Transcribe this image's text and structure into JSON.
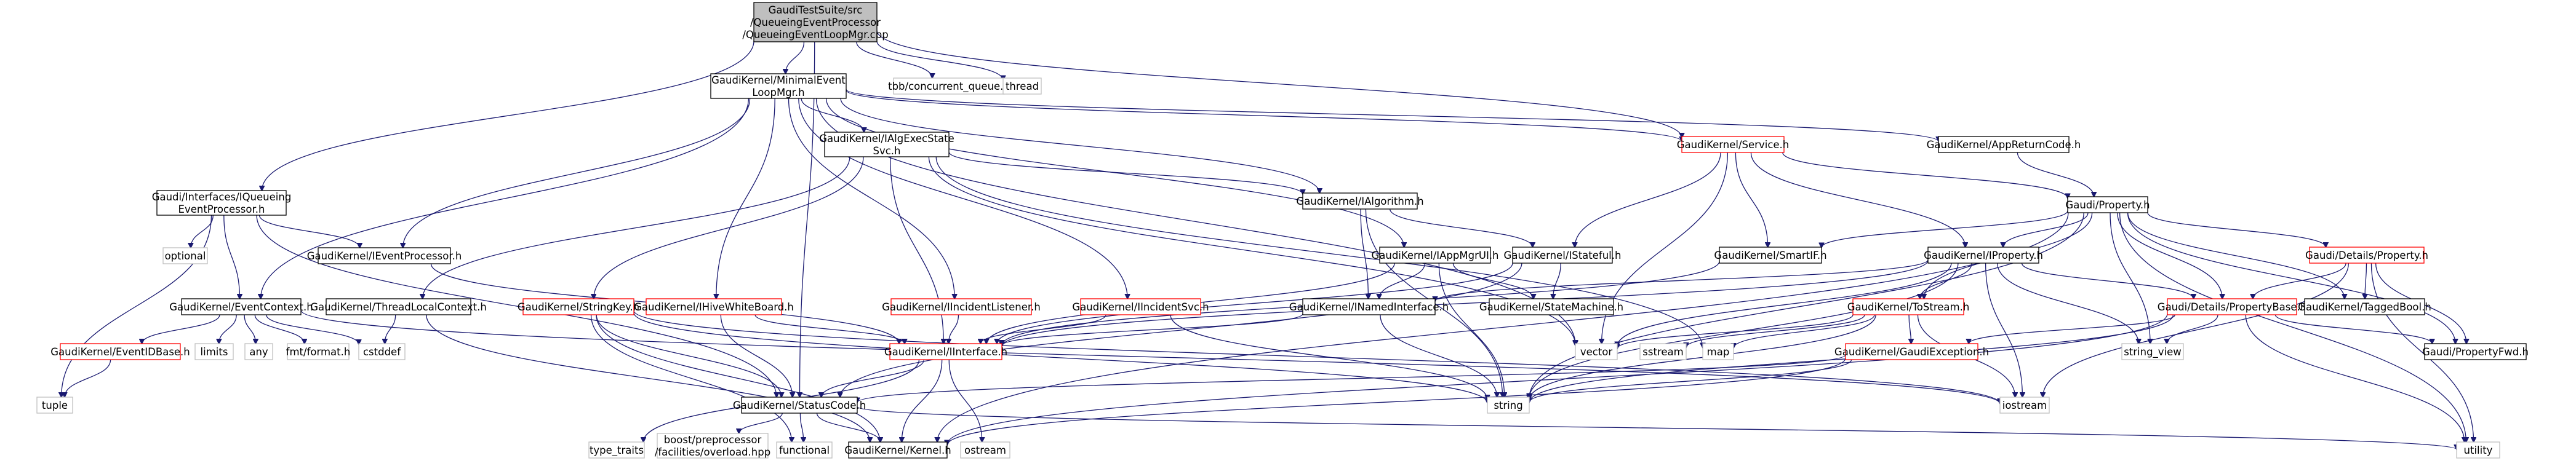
{
  "colors": {
    "edge": "#191970",
    "border_default": "#000000",
    "border_truncated": "#ff0000",
    "border_external": "#bfbfbf",
    "root_fill": "#bfbfbf",
    "fill": "#ffffff",
    "text": "#000000",
    "background": "#ffffff"
  },
  "nodes": [
    {
      "id": "root",
      "lines": [
        "GaudiTestSuite/src",
        "/QueueingEventProcessor",
        "/QueueingEventLoopMgr.cpp"
      ],
      "kind": "root"
    },
    {
      "id": "minimal",
      "lines": [
        "GaudiKernel/MinimalEvent",
        "LoopMgr.h"
      ],
      "kind": "normal"
    },
    {
      "id": "tbb",
      "lines": [
        "tbb/concurrent_queue.h"
      ],
      "kind": "external"
    },
    {
      "id": "thread",
      "lines": [
        "thread"
      ],
      "kind": "external"
    },
    {
      "id": "iqueue",
      "lines": [
        "Gaudi/Interfaces/IQueueing",
        "EventProcessor.h"
      ],
      "kind": "normal"
    },
    {
      "id": "ialgexec",
      "lines": [
        "GaudiKernel/IAlgExecState",
        "Svc.h"
      ],
      "kind": "normal"
    },
    {
      "id": "service",
      "lines": [
        "GaudiKernel/Service.h"
      ],
      "kind": "truncated"
    },
    {
      "id": "appret",
      "lines": [
        "GaudiKernel/AppReturnCode.h"
      ],
      "kind": "normal"
    },
    {
      "id": "ialg",
      "lines": [
        "GaudiKernel/IAlgorithm.h"
      ],
      "kind": "normal"
    },
    {
      "id": "gprop",
      "lines": [
        "Gaudi/Property.h"
      ],
      "kind": "normal"
    },
    {
      "id": "optional",
      "lines": [
        "optional"
      ],
      "kind": "external"
    },
    {
      "id": "ievproc",
      "lines": [
        "GaudiKernel/IEventProcessor.h"
      ],
      "kind": "normal"
    },
    {
      "id": "iappmgrui",
      "lines": [
        "GaudiKernel/IAppMgrUI.h"
      ],
      "kind": "normal"
    },
    {
      "id": "istateful",
      "lines": [
        "GaudiKernel/IStateful.h"
      ],
      "kind": "normal"
    },
    {
      "id": "smartif",
      "lines": [
        "GaudiKernel/SmartIF.h"
      ],
      "kind": "normal"
    },
    {
      "id": "iproperty",
      "lines": [
        "GaudiKernel/IProperty.h"
      ],
      "kind": "normal"
    },
    {
      "id": "detailsprop",
      "lines": [
        "Gaudi/Details/Property.h"
      ],
      "kind": "truncated"
    },
    {
      "id": "evctx",
      "lines": [
        "GaudiKernel/EventContext.h"
      ],
      "kind": "normal"
    },
    {
      "id": "tlctx",
      "lines": [
        "GaudiKernel/ThreadLocalContext.h"
      ],
      "kind": "normal"
    },
    {
      "id": "stringkey",
      "lines": [
        "GaudiKernel/StringKey.h"
      ],
      "kind": "truncated"
    },
    {
      "id": "ihive",
      "lines": [
        "GaudiKernel/IHiveWhiteBoard.h"
      ],
      "kind": "truncated"
    },
    {
      "id": "iinclistener",
      "lines": [
        "GaudiKernel/IIncidentListener.h"
      ],
      "kind": "truncated"
    },
    {
      "id": "iincsvc",
      "lines": [
        "GaudiKernel/IIncidentSvc.h"
      ],
      "kind": "truncated"
    },
    {
      "id": "inamed",
      "lines": [
        "GaudiKernel/INamedInterface.h"
      ],
      "kind": "normal"
    },
    {
      "id": "statemachine",
      "lines": [
        "GaudiKernel/StateMachine.h"
      ],
      "kind": "normal"
    },
    {
      "id": "tostream",
      "lines": [
        "GaudiKernel/ToStream.h"
      ],
      "kind": "truncated"
    },
    {
      "id": "propbase",
      "lines": [
        "Gaudi/Details/PropertyBase.h"
      ],
      "kind": "truncated"
    },
    {
      "id": "taggedbool",
      "lines": [
        "GaudiKernel/TaggedBool.h"
      ],
      "kind": "normal"
    },
    {
      "id": "evidbase",
      "lines": [
        "GaudiKernel/EventIDBase.h"
      ],
      "kind": "truncated"
    },
    {
      "id": "limits",
      "lines": [
        "limits"
      ],
      "kind": "external"
    },
    {
      "id": "any",
      "lines": [
        "any"
      ],
      "kind": "external"
    },
    {
      "id": "fmt",
      "lines": [
        "fmt/format.h"
      ],
      "kind": "external"
    },
    {
      "id": "cstddef",
      "lines": [
        "cstddef"
      ],
      "kind": "external"
    },
    {
      "id": "iinterface",
      "lines": [
        "GaudiKernel/IInterface.h"
      ],
      "kind": "truncated"
    },
    {
      "id": "vector",
      "lines": [
        "vector"
      ],
      "kind": "external"
    },
    {
      "id": "sstream",
      "lines": [
        "sstream"
      ],
      "kind": "external"
    },
    {
      "id": "map",
      "lines": [
        "map"
      ],
      "kind": "external"
    },
    {
      "id": "gaudiexc",
      "lines": [
        "GaudiKernel/GaudiException.h"
      ],
      "kind": "truncated"
    },
    {
      "id": "stringview",
      "lines": [
        "string_view"
      ],
      "kind": "external"
    },
    {
      "id": "propfwd",
      "lines": [
        "Gaudi/PropertyFwd.h"
      ],
      "kind": "normal"
    },
    {
      "id": "tuple",
      "lines": [
        "tuple"
      ],
      "kind": "external"
    },
    {
      "id": "statuscode",
      "lines": [
        "GaudiKernel/StatusCode.h"
      ],
      "kind": "normal"
    },
    {
      "id": "string",
      "lines": [
        "string"
      ],
      "kind": "external"
    },
    {
      "id": "iostream",
      "lines": [
        "iostream"
      ],
      "kind": "external"
    },
    {
      "id": "typetraits",
      "lines": [
        "type_traits"
      ],
      "kind": "external"
    },
    {
      "id": "boostpp",
      "lines": [
        "boost/preprocessor",
        "/facilities/overload.hpp"
      ],
      "kind": "external"
    },
    {
      "id": "functional",
      "lines": [
        "functional"
      ],
      "kind": "external"
    },
    {
      "id": "kernel",
      "lines": [
        "GaudiKernel/Kernel.h"
      ],
      "kind": "normal"
    },
    {
      "id": "ostream",
      "lines": [
        "ostream"
      ],
      "kind": "external"
    },
    {
      "id": "utility",
      "lines": [
        "utility"
      ],
      "kind": "external"
    }
  ],
  "edges": [
    [
      "root",
      "minimal"
    ],
    [
      "root",
      "tbb"
    ],
    [
      "root",
      "thread"
    ],
    [
      "root",
      "iqueue"
    ],
    [
      "root",
      "statuscode"
    ],
    [
      "root",
      "service"
    ],
    [
      "minimal",
      "ialgexec"
    ],
    [
      "minimal",
      "service"
    ],
    [
      "minimal",
      "appret"
    ],
    [
      "minimal",
      "ialg"
    ],
    [
      "minimal",
      "ievproc"
    ],
    [
      "minimal",
      "iappmgrui"
    ],
    [
      "minimal",
      "evctx"
    ],
    [
      "minimal",
      "ihive"
    ],
    [
      "minimal",
      "iinclistener"
    ],
    [
      "minimal",
      "iincsvc"
    ],
    [
      "minimal",
      "vector"
    ],
    [
      "iqueue",
      "ievproc"
    ],
    [
      "iqueue",
      "evctx"
    ],
    [
      "iqueue",
      "optional"
    ],
    [
      "iqueue",
      "tuple"
    ],
    [
      "iqueue",
      "statuscode"
    ],
    [
      "ialgexec",
      "ialg"
    ],
    [
      "ialgexec",
      "tlctx"
    ],
    [
      "ialgexec",
      "stringkey"
    ],
    [
      "ialgexec",
      "iinterface"
    ],
    [
      "ialgexec",
      "vector"
    ],
    [
      "ialgexec",
      "map"
    ],
    [
      "service",
      "gprop"
    ],
    [
      "service",
      "iproperty"
    ],
    [
      "service",
      "istateful"
    ],
    [
      "service",
      "smartif"
    ],
    [
      "service",
      "vector"
    ],
    [
      "appret",
      "gprop"
    ],
    [
      "ialg",
      "istateful"
    ],
    [
      "ialg",
      "inamed"
    ],
    [
      "ialg",
      "string"
    ],
    [
      "gprop",
      "iproperty"
    ],
    [
      "gprop",
      "smartif"
    ],
    [
      "gprop",
      "detailsprop"
    ],
    [
      "gprop",
      "propbase"
    ],
    [
      "gprop",
      "taggedbool"
    ],
    [
      "gprop",
      "propfwd"
    ],
    [
      "gprop",
      "tostream"
    ],
    [
      "gprop",
      "stringview"
    ],
    [
      "gprop",
      "string"
    ],
    [
      "gprop",
      "utility"
    ],
    [
      "gprop",
      "kernel"
    ],
    [
      "ievproc",
      "iinterface"
    ],
    [
      "iappmgrui",
      "inamed"
    ],
    [
      "iappmgrui",
      "statemachine"
    ],
    [
      "iappmgrui",
      "string"
    ],
    [
      "iappmgrui",
      "iinterface"
    ],
    [
      "istateful",
      "statemachine"
    ],
    [
      "istateful",
      "statuscode"
    ],
    [
      "istateful",
      "iinterface"
    ],
    [
      "smartif",
      "iinterface"
    ],
    [
      "iproperty",
      "propbase"
    ],
    [
      "iproperty",
      "tostream"
    ],
    [
      "iproperty",
      "inamed"
    ],
    [
      "iproperty",
      "iinterface"
    ],
    [
      "iproperty",
      "vector"
    ],
    [
      "iproperty",
      "string"
    ],
    [
      "iproperty",
      "stringview"
    ],
    [
      "iproperty",
      "iostream"
    ],
    [
      "detailsprop",
      "propbase"
    ],
    [
      "detailsprop",
      "taggedbool"
    ],
    [
      "detailsprop",
      "propfwd"
    ],
    [
      "detailsprop",
      "iostream"
    ],
    [
      "detailsprop",
      "utility"
    ],
    [
      "evctx",
      "evidbase"
    ],
    [
      "evctx",
      "limits"
    ],
    [
      "evctx",
      "any"
    ],
    [
      "evctx",
      "fmt"
    ],
    [
      "evctx",
      "cstddef"
    ],
    [
      "evctx",
      "iostream"
    ],
    [
      "tlctx",
      "cstddef"
    ],
    [
      "tlctx",
      "kernel"
    ],
    [
      "stringkey",
      "statuscode"
    ],
    [
      "stringkey",
      "kernel"
    ],
    [
      "stringkey",
      "functional"
    ],
    [
      "stringkey",
      "string"
    ],
    [
      "stringkey",
      "iostream"
    ],
    [
      "ihive",
      "iinterface"
    ],
    [
      "ihive",
      "statuscode"
    ],
    [
      "iinclistener",
      "iinterface"
    ],
    [
      "iincsvc",
      "iinterface"
    ],
    [
      "iincsvc",
      "string"
    ],
    [
      "inamed",
      "iinterface"
    ],
    [
      "inamed",
      "string"
    ],
    [
      "tostream",
      "sstream"
    ],
    [
      "tostream",
      "map"
    ],
    [
      "tostream",
      "gaudiexc"
    ],
    [
      "tostream",
      "vector"
    ],
    [
      "tostream",
      "iostream"
    ],
    [
      "tostream",
      "string"
    ],
    [
      "propbase",
      "gaudiexc"
    ],
    [
      "propbase",
      "stringview"
    ],
    [
      "propbase",
      "propfwd"
    ],
    [
      "propbase",
      "string"
    ],
    [
      "propbase",
      "kernel"
    ],
    [
      "propbase",
      "utility"
    ],
    [
      "gaudiexc",
      "statuscode"
    ],
    [
      "gaudiexc",
      "string"
    ],
    [
      "gaudiexc",
      "kernel"
    ],
    [
      "evidbase",
      "tuple"
    ],
    [
      "iinterface",
      "statuscode"
    ],
    [
      "iinterface",
      "kernel"
    ],
    [
      "iinterface",
      "ostream"
    ],
    [
      "iinterface",
      "typetraits"
    ],
    [
      "statuscode",
      "boostpp"
    ],
    [
      "statuscode",
      "functional"
    ],
    [
      "statuscode",
      "kernel"
    ],
    [
      "statuscode",
      "utility"
    ]
  ]
}
